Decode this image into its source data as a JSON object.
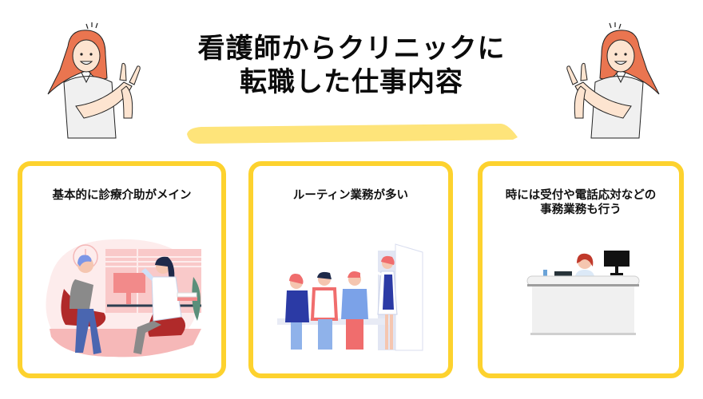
{
  "header": {
    "title_line1": "看護師からクリニックに",
    "title_line2": "転職した仕事内容"
  },
  "decorations": {
    "left_person": "woman-pointing-right-icon",
    "right_person": "woman-pointing-left-icon",
    "underline_color": "#fee47a"
  },
  "colors": {
    "card_border": "#fdd22e",
    "title_text": "#0b0b0b",
    "hair": "#ea7550"
  },
  "cards": [
    {
      "title_lines": [
        "基本的に診療介助がメイン"
      ],
      "illustration": "doctor-patient-consultation-icon"
    },
    {
      "title_lines": [
        "ルーティン業務が多い"
      ],
      "illustration": "waiting-room-patients-icon"
    },
    {
      "title_lines": [
        "時には受付や電話応対などの",
        "事務業務も行う"
      ],
      "illustration": "reception-desk-icon"
    }
  ]
}
